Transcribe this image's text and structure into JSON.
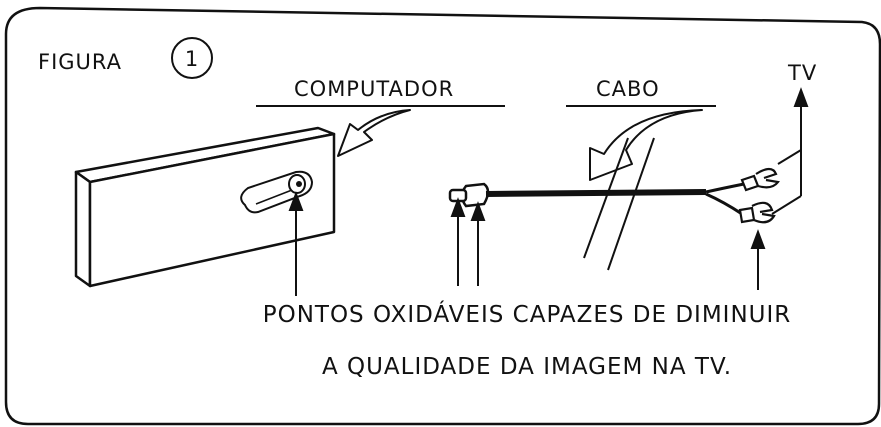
{
  "figure": {
    "label": "FIGURA",
    "number": "1"
  },
  "labels": {
    "computer": "COMPUTADOR",
    "cable": "CABO",
    "tv": "TV",
    "caption_line1": "PONTOS OXIDÁVEIS CAPAZES DE DIMINUIR",
    "caption_line2": "A QUALIDADE DA IMAGEM NA TV."
  },
  "colors": {
    "ink": "#111111",
    "paper": "#ffffff"
  }
}
